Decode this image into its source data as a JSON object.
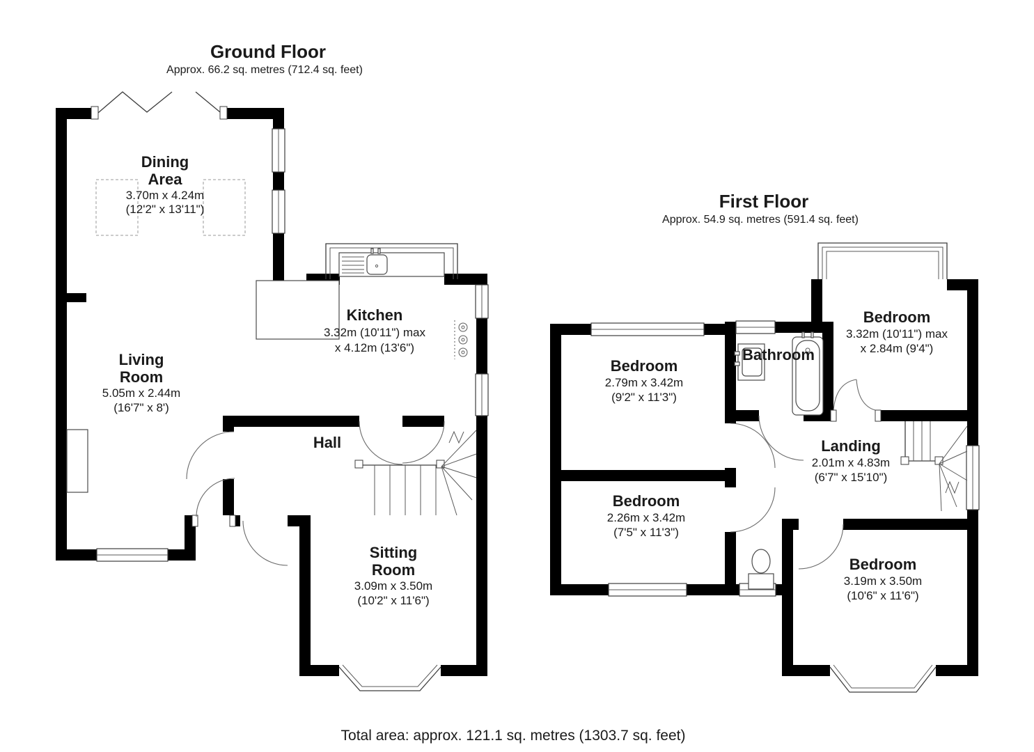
{
  "ground_floor": {
    "title": "Ground Floor",
    "subtitle": "Approx. 66.2 sq. metres (712.4 sq. feet)",
    "rooms": {
      "dining": {
        "line1": "Dining",
        "line2": "Area",
        "dims1": "3.70m x 4.24m",
        "dims2": "(12'2\" x 13'11\")"
      },
      "kitchen": {
        "line1": "Kitchen",
        "dims1": "3.32m (10'11\") max",
        "dims2": "x 4.12m (13'6\")"
      },
      "living": {
        "line1": "Living",
        "line2": "Room",
        "dims1": "5.05m x 2.44m",
        "dims2": "(16'7\" x 8')"
      },
      "hall": {
        "line1": "Hall"
      },
      "sitting": {
        "line1": "Sitting",
        "line2": "Room",
        "dims1": "3.09m x 3.50m",
        "dims2": "(10'2\" x 11'6\")"
      }
    }
  },
  "first_floor": {
    "title": "First Floor",
    "subtitle": "Approx. 54.9 sq. metres (591.4 sq. feet)",
    "rooms": {
      "bedroom_front": {
        "line1": "Bedroom",
        "dims1": "3.32m (10'11\") max",
        "dims2": "x 2.84m (9'4\")"
      },
      "bedroom_left_upper": {
        "line1": "Bedroom",
        "dims1": "2.79m x 3.42m",
        "dims2": "(9'2\" x 11'3\")"
      },
      "bathroom": {
        "line1": "Bathroom"
      },
      "landing": {
        "line1": "Landing",
        "dims1": "2.01m x 4.83m",
        "dims2": "(6'7\" x 15'10\")"
      },
      "bedroom_left_lower": {
        "line1": "Bedroom",
        "dims1": "2.26m x 3.42m",
        "dims2": "(7'5\" x 11'3\")"
      },
      "bedroom_rear": {
        "line1": "Bedroom",
        "dims1": "3.19m x 3.50m",
        "dims2": "(10'6\" x 11'6\")"
      }
    }
  },
  "footer": {
    "total_area": "Total area: approx. 121.1 sq. metres (1303.7 sq. feet)"
  },
  "colors": {
    "wall": "#000000",
    "line": "#3c3c3c",
    "dashed": "#9a9a9a",
    "background": "#ffffff"
  }
}
